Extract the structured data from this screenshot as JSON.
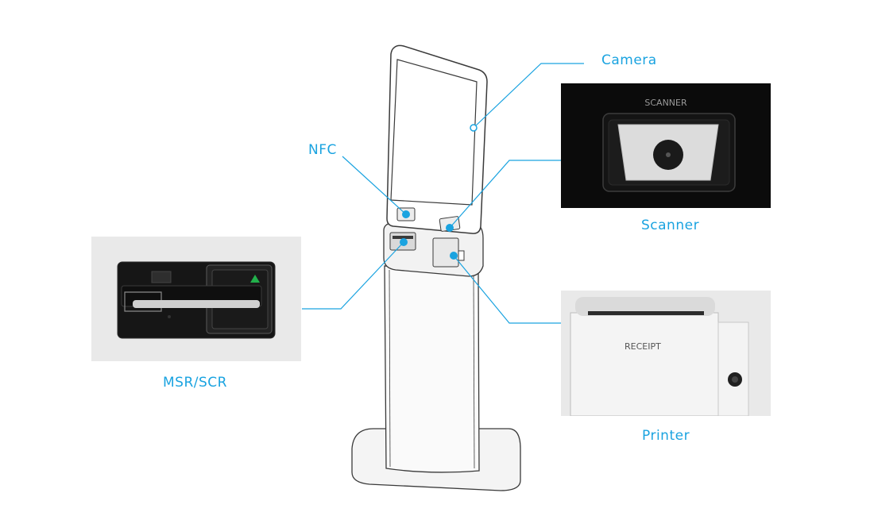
{
  "labels": {
    "camera": "Camera",
    "nfc": "NFC",
    "scanner": "Scanner",
    "msr_scr": "MSR/SCR",
    "printer": "Printer"
  },
  "panels": {
    "scanner_caption": "SCANNER",
    "receipt_caption": "RECEIPT"
  },
  "colors": {
    "accent": "#1aa3e0",
    "outline": "#3a3a3a",
    "card_arrow": "#22b04b"
  }
}
